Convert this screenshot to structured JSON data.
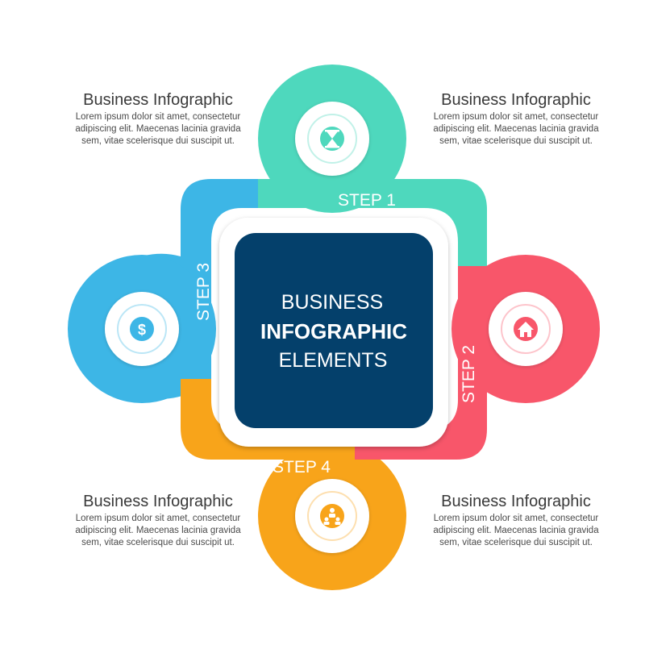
{
  "center": {
    "line1": "BUSINESS",
    "line2": "INFOGRAPHIC",
    "line3": "ELEMENTS"
  },
  "steps": [
    {
      "label": "STEP 1",
      "icon": "hourglass-icon",
      "color": "#4ed8bd"
    },
    {
      "label": "STEP 2",
      "icon": "house-icon",
      "color": "#f8566a"
    },
    {
      "label": "STEP 3",
      "icon": "dollar-coin-icon",
      "color": "#3db6e6"
    },
    {
      "label": "STEP 4",
      "icon": "team-icon",
      "color": "#f8a41a"
    }
  ],
  "blocks": [
    {
      "title": "Business Infographic",
      "line1": "Lorem ipsum dolor sit amet, consectetur",
      "line2": "adipiscing elit. Maecenas lacinia gravida",
      "line3": "sem, vitae scelerisque dui suscipit ut."
    },
    {
      "title": "Business Infographic",
      "line1": "Lorem ipsum dolor sit amet, consectetur",
      "line2": "adipiscing elit. Maecenas lacinia gravida",
      "line3": "sem, vitae scelerisque dui suscipit ut."
    },
    {
      "title": "Business Infographic",
      "line1": "Lorem ipsum dolor sit amet, consectetur",
      "line2": "adipiscing elit. Maecenas lacinia gravida",
      "line3": "sem, vitae scelerisque dui suscipit ut."
    },
    {
      "title": "Business Infographic",
      "line1": "Lorem ipsum dolor sit amet, consectetur",
      "line2": "adipiscing elit. Maecenas lacinia gravida",
      "line3": "sem, vitae scelerisque dui suscipit ut."
    }
  ],
  "colors": {
    "center_fill": "#04406b",
    "text_dark": "#3a3a3a"
  }
}
